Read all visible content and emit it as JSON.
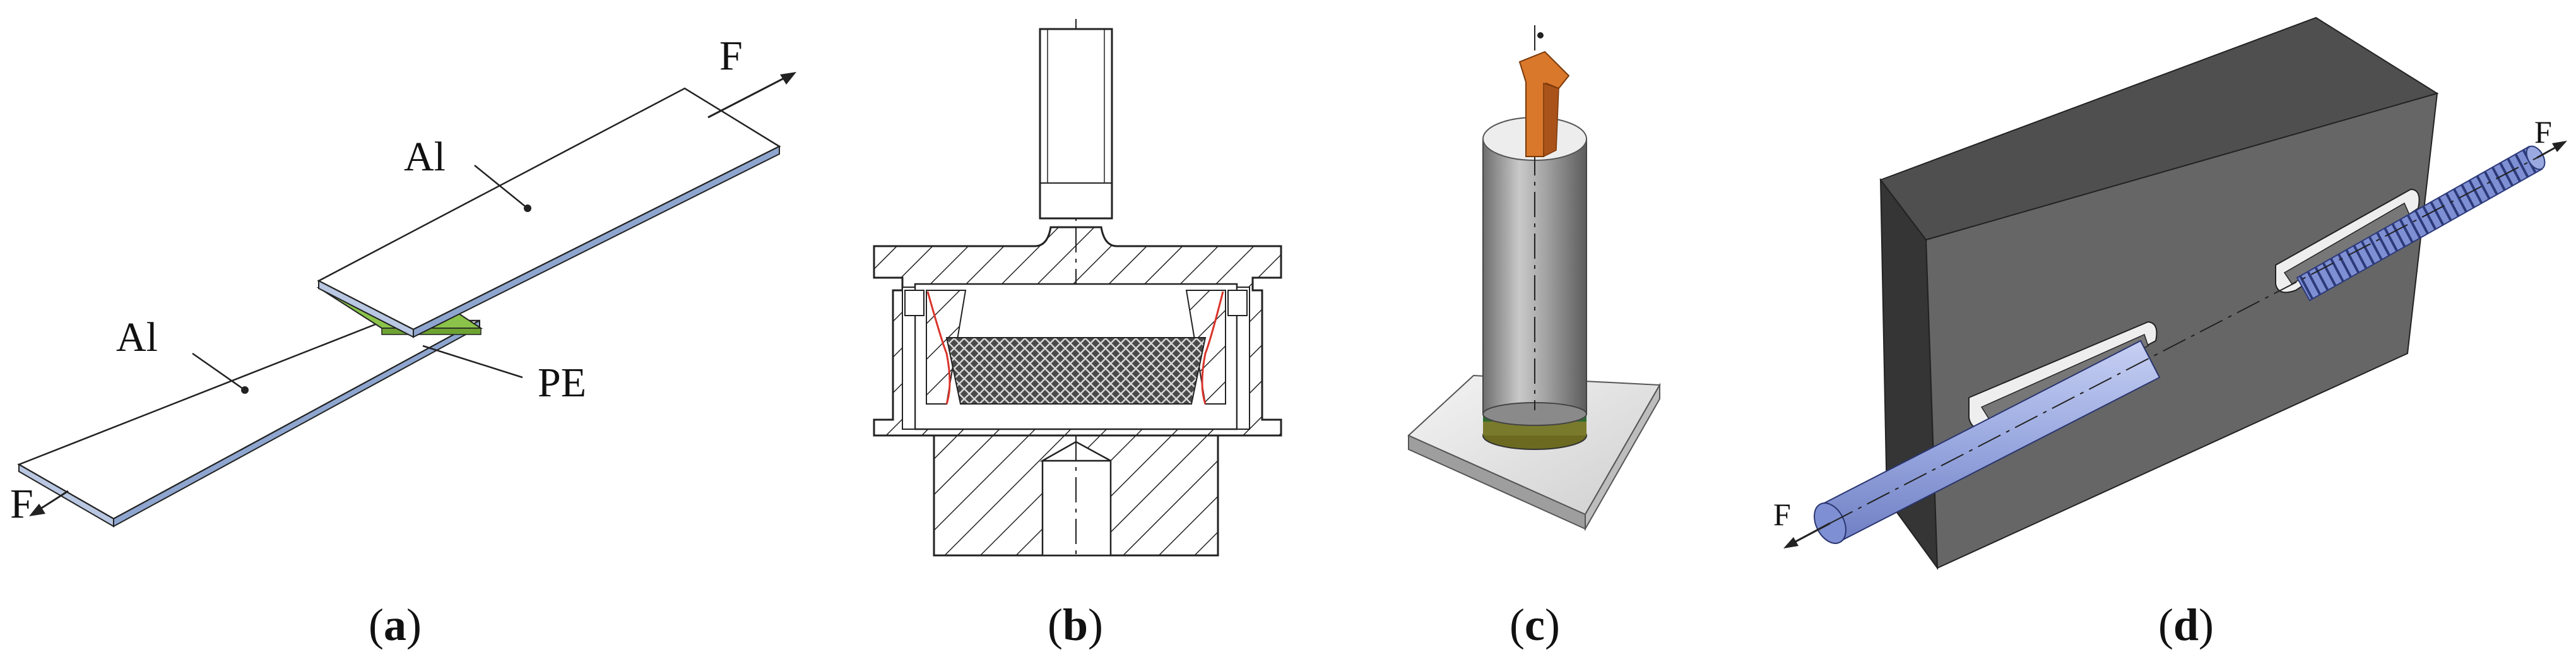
{
  "panel_a": {
    "label_force_top": "F",
    "label_force_bottom": "F",
    "label_top_plate": "Al",
    "label_bottom_plate": "Al",
    "label_adhesive": "PE",
    "caption_open": "(",
    "caption_letter": "a",
    "caption_close": ")"
  },
  "panel_b": {
    "caption_open": "(",
    "caption_letter": "b",
    "caption_close": ")"
  },
  "panel_c": {
    "caption_open": "(",
    "caption_letter": "c",
    "caption_close": ")"
  },
  "panel_d": {
    "label_force_right": "F",
    "label_force_left": "F",
    "caption_open": "(",
    "caption_letter": "d",
    "caption_close": ")"
  },
  "colors": {
    "adhesive_green": "#8bc34a",
    "plate_edge_blue": "#8ea6cf",
    "hatch_red": "#d9342b",
    "tool_orange": "#d9772b",
    "block_gray": "#5f5f5f",
    "rod_blue": "#9aa9e0"
  }
}
